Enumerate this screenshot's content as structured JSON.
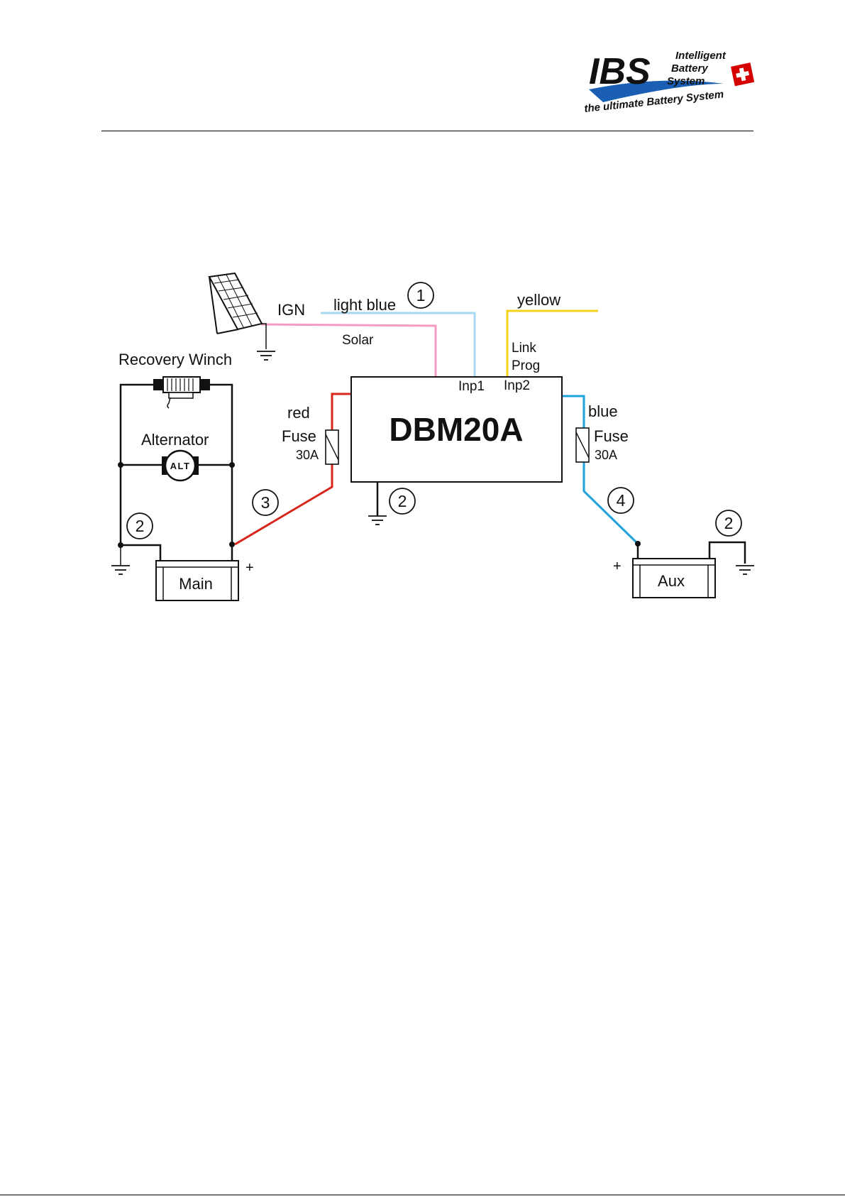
{
  "header": {
    "logo": {
      "brand": "IBS",
      "line1": "Intelligent",
      "line2": "Battery",
      "line3": "System",
      "tagline": "the ultimate Battery System",
      "icon": "swiss-flag-icon",
      "brand_color": "#111111",
      "swoosh_color": "#1a5fb4",
      "flag_color": "#d40000"
    }
  },
  "diagram": {
    "device": {
      "name": "DBM20A",
      "inp1": "Inp1",
      "inp2": "Inp2"
    },
    "labels": {
      "ign": "IGN",
      "light_blue": "light blue",
      "solar": "Solar",
      "yellow": "yellow",
      "link": "Link",
      "prog": "Prog",
      "recovery_winch": "Recovery Winch",
      "alternator": "Alternator",
      "alt": "ALT",
      "red": "red",
      "blue": "blue",
      "fuse": "Fuse",
      "fuse_rating": "30A",
      "main": "Main",
      "aux": "Aux",
      "plus": "+"
    },
    "callouts": {
      "c1": "1",
      "c2": "2",
      "c3": "3",
      "c4": "4"
    },
    "wire_colors": {
      "light_blue": "#a8d8f0",
      "pink": "#f59ac0",
      "yellow": "#f5d31a",
      "red": "#d9261c",
      "blue": "#1ea3dc",
      "black": "#111111"
    },
    "icons": [
      "solar-panel-icon",
      "winch-icon",
      "alternator-icon",
      "ground-icon",
      "fuse-icon",
      "battery-icon"
    ]
  }
}
